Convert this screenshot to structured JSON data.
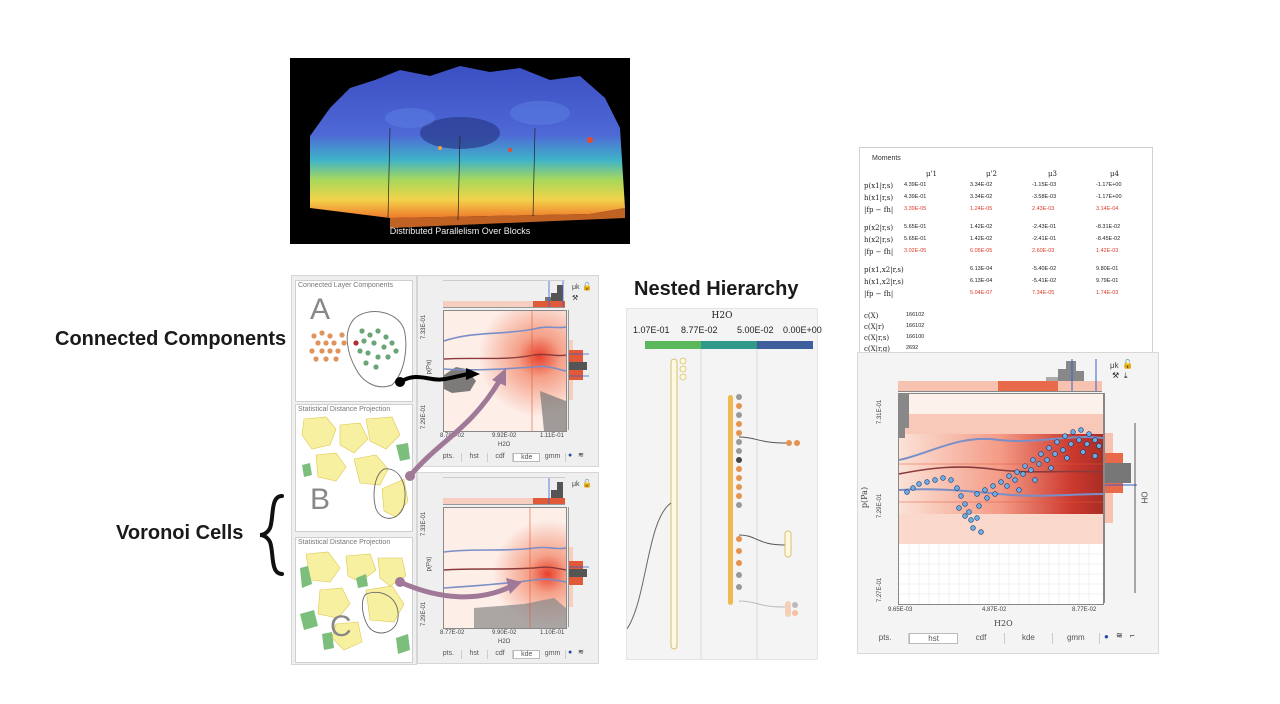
{
  "render": {
    "caption": "Distributed Parallelism Over Blocks"
  },
  "labels": {
    "connected": "Connected Components",
    "voronoi": "Voronoi Cells",
    "nested": "Nested Hierarchy"
  },
  "thumbnails": {
    "top_title": "Connected Layer Components",
    "mid_title": "Statistical Distance Projection",
    "bot_title": "Statistical Distance Projection",
    "letter_a": "A",
    "letter_b": "B",
    "letter_c": "C"
  },
  "small_plots": {
    "top": {
      "ylabel": "p(Pa)",
      "xlabel": "H2O",
      "ytick_top": "7.33E-01",
      "ytick_bot": "7.29E-01",
      "xticks": [
        "8.78E-02",
        "9.92E-02",
        "1.11E-01"
      ],
      "mu": "μk"
    },
    "bottom": {
      "ylabel": "p(Pa)",
      "xlabel": "H2O",
      "ytick_top": "7.33E-01",
      "ytick_bot": "7.29E-01",
      "xticks": [
        "8.77E-02",
        "9.90E-02",
        "1.10E-01"
      ],
      "mu": "μk"
    },
    "tabs": [
      "pts.",
      "hst",
      "cdf",
      "kde",
      "gmm"
    ]
  },
  "hierarchy": {
    "title": "H2O",
    "ticks": [
      "1.07E-01",
      "8.77E-02",
      "5.00E-02",
      "0.00E+00"
    ],
    "colors": [
      "#5cb85c",
      "#2f9a8a",
      "#3f5f9c"
    ]
  },
  "moments": {
    "title": "Moments",
    "headers": [
      "μ'1",
      "μ'2",
      "μ3",
      "μ4"
    ],
    "rows": [
      {
        "label": "p(x1|r,s)",
        "v": [
          "4.39E-01",
          "3.34E-02",
          "-1.15E-03",
          "-1.17E+00"
        ],
        "red": false
      },
      {
        "label": "h(x1|r,s)",
        "v": [
          "4.39E-01",
          "3.34E-02",
          "-3.58E-03",
          "-1.17E+00"
        ],
        "red": false
      },
      {
        "label": "|fp − fh|",
        "v": [
          "3.39E-05",
          "1.24E-05",
          "2.43E-03",
          "3.14E-04"
        ],
        "red": true
      },
      {
        "label": "p(x2|r,s)",
        "v": [
          "5.65E-01",
          "1.42E-02",
          "-2.43E-01",
          "-8.31E-02"
        ],
        "red": false
      },
      {
        "label": "h(x2|r,s)",
        "v": [
          "5.65E-01",
          "1.42E-02",
          "-2.41E-01",
          "-8.45E-02"
        ],
        "red": false
      },
      {
        "label": "|fp − fh|",
        "v": [
          "3.02E-05",
          "6.05E-05",
          "2.60E-03",
          "1.42E-03"
        ],
        "red": true
      },
      {
        "label": "p(x1,x2|r,s)",
        "v": [
          "",
          "6.13E-04",
          "-5.40E-02",
          "9.80E-01"
        ],
        "red": false
      },
      {
        "label": "h(x1,x2|r,s)",
        "v": [
          "",
          "6.13E-04",
          "-5.41E-02",
          "9.79E-01"
        ],
        "red": false
      },
      {
        "label": "|fp − fh|",
        "v": [
          "",
          "5.04E-07",
          "7.34E-05",
          "1.74E-03"
        ],
        "red": true
      }
    ],
    "counts": [
      {
        "label": "c(X)",
        "value": "166102"
      },
      {
        "label": "c(X|r)",
        "value": "166102"
      },
      {
        "label": "c(X|r,s)",
        "value": "166100"
      },
      {
        "label": "c(X|r,g)",
        "value": "2692"
      }
    ]
  },
  "big_plot": {
    "ylabel": "p(Pa)",
    "ylabel_right": "OH",
    "xlabel": "H2O",
    "yticks": [
      "7.31E-01",
      "7.29E-01",
      "7.27E-01"
    ],
    "xticks": [
      "9.65E-03",
      "4.87E-02",
      "8.77E-02"
    ],
    "mu": "μk",
    "tabs": [
      "pts.",
      "hst",
      "cdf",
      "kde",
      "gmm"
    ]
  }
}
